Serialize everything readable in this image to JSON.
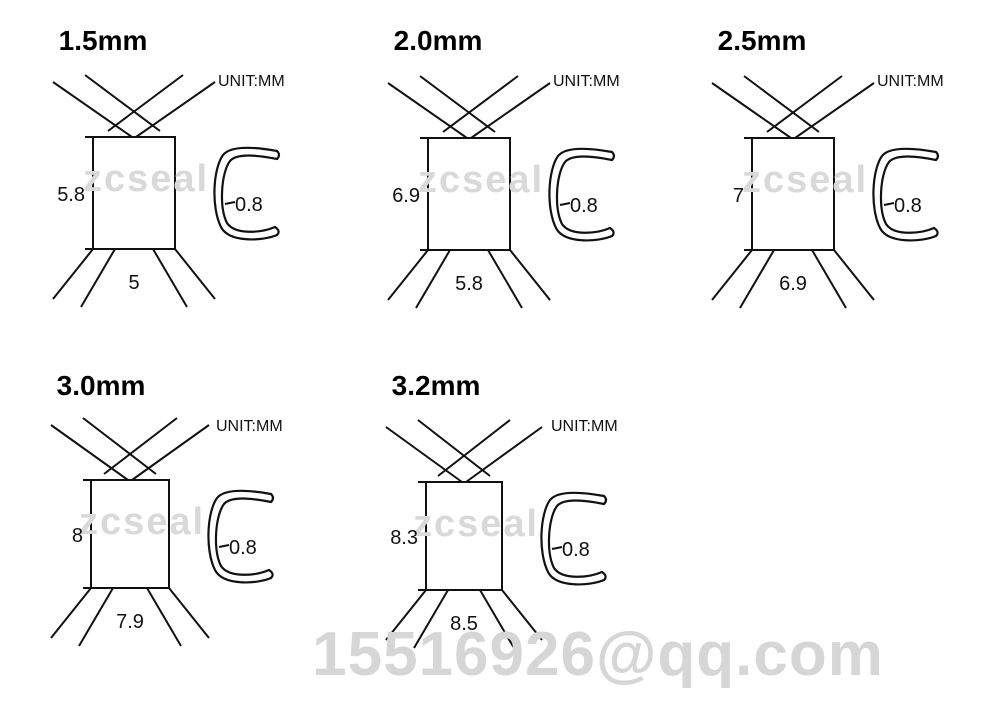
{
  "panels": [
    {
      "title": "1.5mm",
      "unit": "UNIT:MM",
      "height": "5.8",
      "width": "5",
      "thickness": "0.8",
      "watermark": "zcseal"
    },
    {
      "title": "2.0mm",
      "unit": "UNIT:MM",
      "height": "6.9",
      "width": "5.8",
      "thickness": "0.8",
      "watermark": "zcseal"
    },
    {
      "title": "2.5mm",
      "unit": "UNIT:MM",
      "height": "7",
      "width": "6.9",
      "thickness": "0.8",
      "watermark": "zcseal"
    },
    {
      "title": "3.0mm",
      "unit": "UNIT:MM",
      "height": "8",
      "width": "7.9",
      "thickness": "0.8",
      "watermark": "zcseal"
    },
    {
      "title": "3.2mm",
      "unit": "UNIT:MM",
      "height": "8.3",
      "width": "8.5",
      "thickness": "0.8",
      "watermark": "zcseal"
    }
  ],
  "email_watermark": "15516926@qq.com"
}
